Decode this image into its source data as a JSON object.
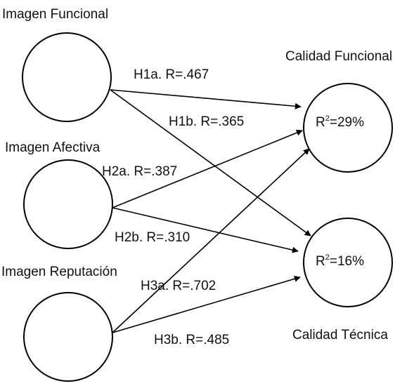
{
  "nodes": {
    "imagen_funcional": {
      "label": "Imagen Funcional"
    },
    "imagen_afectiva": {
      "label": "Imagen Afectiva"
    },
    "imagen_reputacion": {
      "label": "Imagen Reputación"
    },
    "calidad_funcional": {
      "label": "Calidad Funcional",
      "r2_prefix": "R",
      "r2_sup": "2",
      "r2_value": "=29%"
    },
    "calidad_tecnica": {
      "label": "Calidad Técnica",
      "r2_prefix": "R",
      "r2_sup": "2",
      "r2_value": "=16%"
    }
  },
  "edges": {
    "h1a": {
      "label": "H1a. R=.467",
      "from": "imagen_funcional",
      "to": "calidad_funcional"
    },
    "h1b": {
      "label": "H1b. R=.365",
      "from": "imagen_funcional",
      "to": "calidad_tecnica"
    },
    "h2a": {
      "label": "H2a. R=.387",
      "from": "imagen_afectiva",
      "to": "calidad_funcional"
    },
    "h2b": {
      "label": "H2b. R=.310",
      "from": "imagen_afectiva",
      "to": "calidad_tecnica"
    },
    "h3a": {
      "label": "H3a. R=.702",
      "from": "imagen_reputacion",
      "to": "calidad_funcional"
    },
    "h3b": {
      "label": "H3b. R=.485",
      "from": "imagen_reputacion",
      "to": "calidad_tecnica"
    }
  }
}
